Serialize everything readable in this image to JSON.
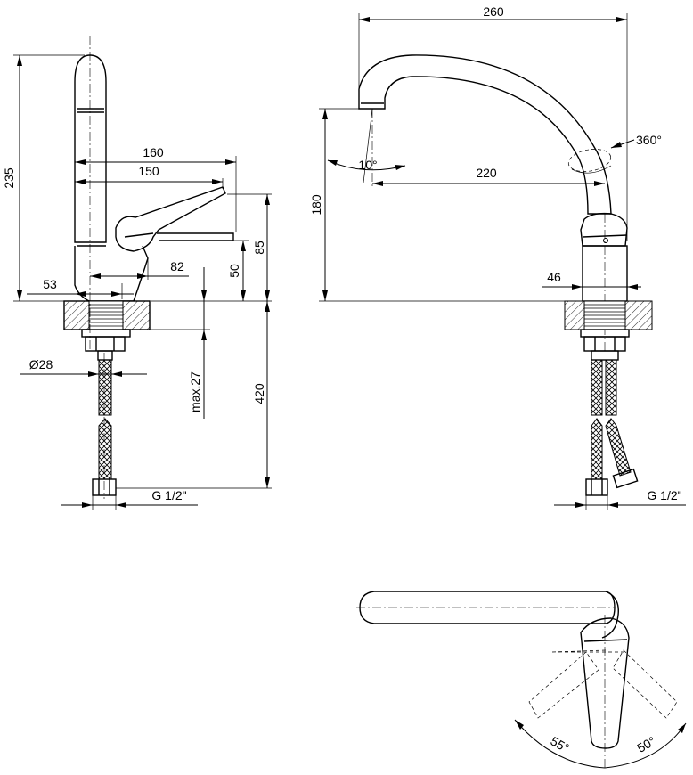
{
  "side_view": {
    "dim_height_total": "235",
    "dim_lever_reach_outer": "160",
    "dim_lever_reach_inner": "150",
    "dim_body_to_lever": "82",
    "dim_base_width": "53",
    "dim_height_85": "85",
    "dim_height_50": "50",
    "dim_thread_dia": "Ø28",
    "dim_max_deck": "max.27",
    "dim_hose_length": "420",
    "dim_hose_thread": "G 1/2\""
  },
  "front_view": {
    "dim_spout_width": "260",
    "dim_spout_reach": "220",
    "dim_spout_height": "180",
    "dim_body_dia": "46",
    "dim_rotation": "360°",
    "dim_angle_tip": "10°",
    "dim_hose_thread": "G 1/2\""
  },
  "top_view": {
    "angle_left": "55°",
    "angle_right": "50°"
  }
}
